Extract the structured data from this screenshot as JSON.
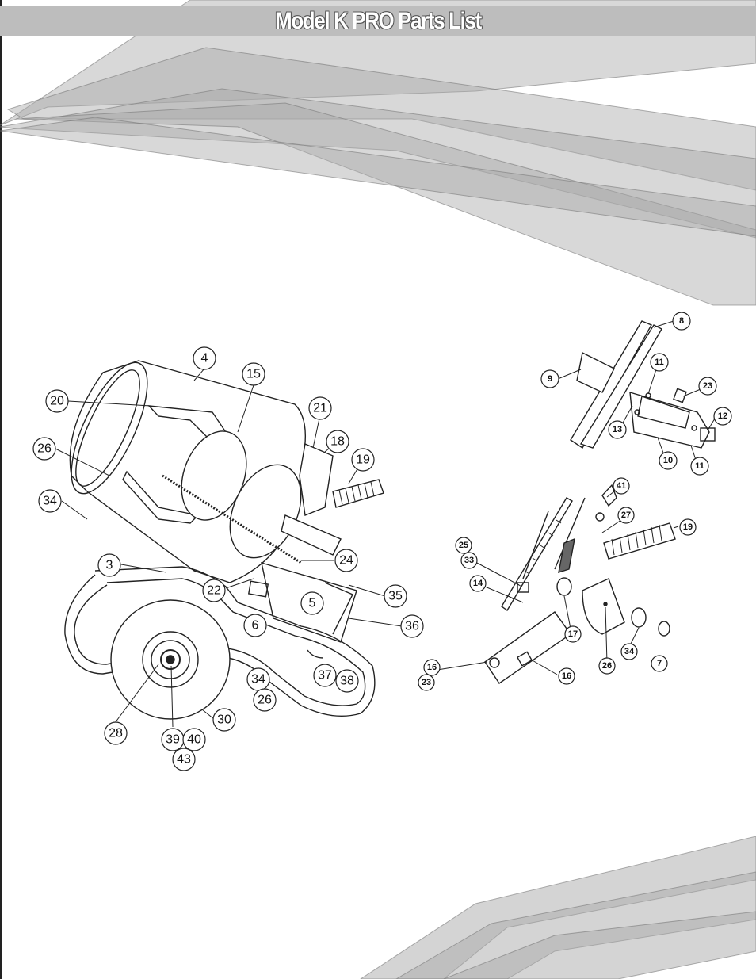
{
  "page": {
    "title": "Model K PRO Parts List"
  },
  "main_assembly": {
    "callouts": [
      "4",
      "15",
      "20",
      "21",
      "18",
      "19",
      "26",
      "34",
      "24",
      "3",
      "22",
      "35",
      "5",
      "6",
      "36",
      "34",
      "26",
      "37",
      "38",
      "28",
      "30",
      "39",
      "40",
      "43"
    ]
  },
  "pulley_detail": {
    "callouts": [
      "8",
      "9",
      "11",
      "23",
      "12",
      "13",
      "10",
      "11"
    ]
  },
  "handle_detail": {
    "callouts": [
      "41",
      "27",
      "19",
      "25",
      "33",
      "14",
      "16",
      "23",
      "16",
      "17",
      "26",
      "34",
      "7"
    ]
  },
  "colors": {
    "title_bar": "#bdbdbd",
    "title_text": "#ffffff",
    "ribbon_fill": "#a8a8a8",
    "line_art": "#222222"
  }
}
